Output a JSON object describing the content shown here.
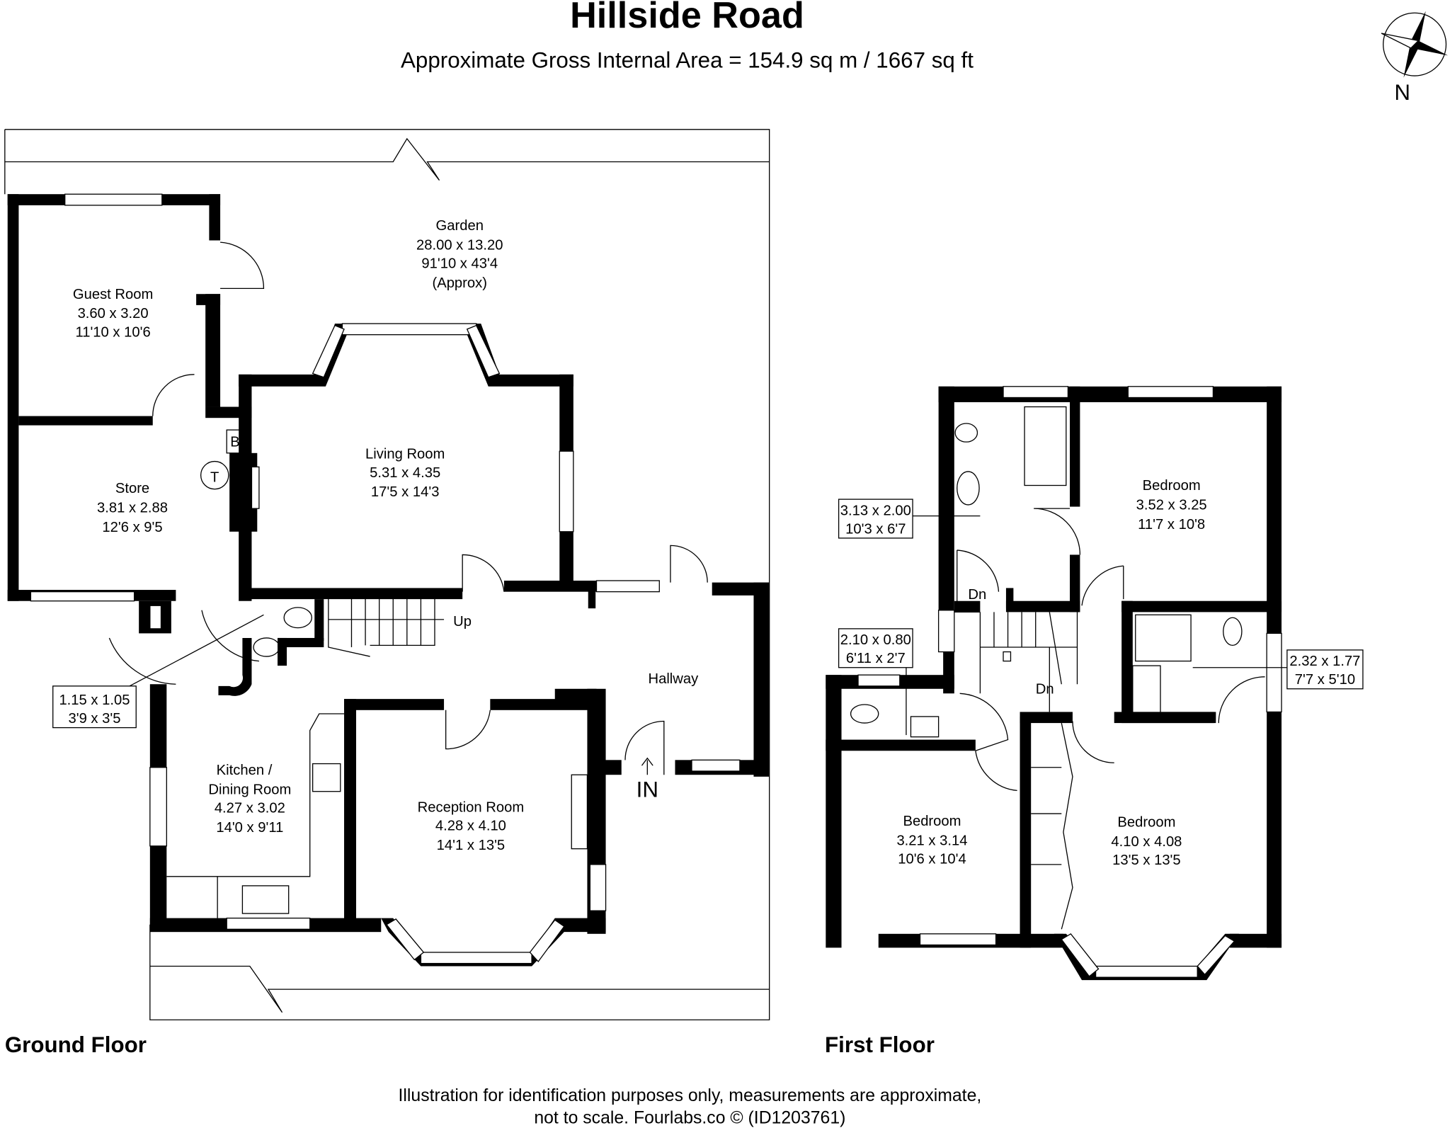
{
  "header": {
    "title": "Hillside Road",
    "subtitle": "Approximate Gross Internal Area = 154.9 sq m / 1667 sq ft",
    "compass_label": "N"
  },
  "ground_floor": {
    "label": "Ground Floor",
    "rooms": [
      {
        "name": "Garden",
        "metric": "28.00 x 13.20",
        "imperial": "91'10 x 43'4",
        "note": "(Approx)"
      },
      {
        "name": "Guest Room",
        "metric": "3.60 x 3.20",
        "imperial": "11'10 x 10'6"
      },
      {
        "name": "Store",
        "metric": "3.81 x 2.88",
        "imperial": "12'6 x 9'5"
      },
      {
        "name": "Living Room",
        "metric": "5.31 x 4.35",
        "imperial": "17'5 x 14'3"
      },
      {
        "name": "Kitchen /",
        "name2": "Dining Room",
        "metric": "4.27 x 3.02",
        "imperial": "14'0 x 9'11"
      },
      {
        "name": "Reception Room",
        "metric": "4.28 x 4.10",
        "imperial": "14'1 x 13'5"
      },
      {
        "name": "Hallway"
      }
    ],
    "callouts": [
      {
        "metric": "1.15 x 1.05",
        "imperial": "3'9 x 3'5"
      }
    ],
    "marks": {
      "up": "Up",
      "entrance": "IN",
      "boiler": "B",
      "thermostat": "T"
    }
  },
  "first_floor": {
    "label": "First Floor",
    "rooms": [
      {
        "name": "Bedroom",
        "metric": "3.52 x 3.25",
        "imperial": "11'7 x 10'8"
      },
      {
        "name": "Bedroom",
        "metric": "3.21 x 3.14",
        "imperial": "10'6 x 10'4"
      },
      {
        "name": "Bedroom",
        "metric": "4.10 x 4.08",
        "imperial": "13'5 x 13'5"
      }
    ],
    "callouts": [
      {
        "metric": "3.13 x 2.00",
        "imperial": "10'3 x 6'7"
      },
      {
        "metric": "2.10 x 0.80",
        "imperial": "6'11 x 2'7"
      },
      {
        "metric": "2.32 x 1.77",
        "imperial": "7'7 x 5'10"
      }
    ],
    "marks": {
      "down1": "Dn",
      "down2": "Dn"
    }
  },
  "footer": {
    "line1": "Illustration for identification purposes only, measurements are approximate,",
    "line2": "not to scale. Fourlabs.co © (ID1203761)"
  }
}
